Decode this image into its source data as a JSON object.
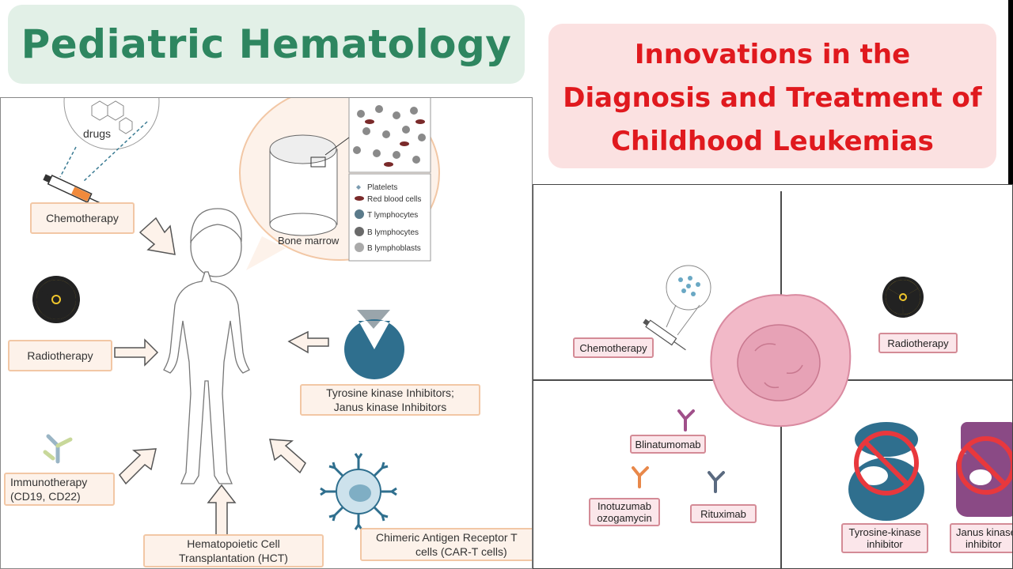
{
  "titles": {
    "left": "Pediatric Hematology",
    "right_line1": "Innovations in the",
    "right_line2": "Diagnosis and Treatment of",
    "right_line3": "Childhood Leukemias"
  },
  "left_diagram": {
    "drugs_label": "drugs",
    "bone_marrow_label": "Bone marrow",
    "legend": {
      "platelets": "Platelets",
      "red_blood_cells": "Red blood cells",
      "t_lymphocytes": "T lymphocytes",
      "b_lymphocytes": "B lymphocytes",
      "b_lymphoblasts": "B  lymphoblasts"
    },
    "labels": {
      "chemotherapy": "Chemotherapy",
      "radiotherapy": "Radiotherapy",
      "tki_line1": "Tyrosine kinase Inhibitors;",
      "tki_line2": "Janus kinase Inhibitors",
      "immuno_line1": "Immunotherapy",
      "immuno_line2": "(CD19, CD22)",
      "hct_line1": "Hematopoietic Cell",
      "hct_line2": "Transplantation (HCT)",
      "cart_line1": "Chimeric Antigen  Receptor T",
      "cart_line2": "cells (CAR-T cells)"
    }
  },
  "right_diagram": {
    "labels": {
      "chemotherapy": "Chemotherapy",
      "radiotherapy": "Radiotherapy",
      "blinatumomab": "Blinatumomab",
      "inotuzumab_line1": "Inotuzumab",
      "inotuzumab_line2": "ozogamycin",
      "rituximab": "Rituximab",
      "tki_line1": "Tyrosine-kinase",
      "tki_line2": "inhibitor",
      "jak_line1": "Janus kinase",
      "jak_line2": "inhibitor"
    }
  },
  "colors": {
    "left_title_text": "#2e8660",
    "left_title_bg": "#e2f0e7",
    "right_title_text": "#e0191e",
    "right_title_bg": "#fbe1e1",
    "left_box_border": "#f2c7a5",
    "left_box_bg": "#fdf2ea",
    "right_box_border": "#d48b96",
    "right_box_bg": "#fbe6ea",
    "tki_blue": "#2f6f8e",
    "jak_purple": "#8a4a85",
    "prohibit_red": "#e8383d",
    "cell_pink": "#f2b9c8"
  },
  "icons": [
    "syringe-icon",
    "radiation-icon",
    "antibody-icon",
    "car-t-cell-icon",
    "kinase-inhibitor-icon",
    "child-silhouette-icon",
    "bone-marrow-icon",
    "cancer-cell-icon",
    "prohibition-icon"
  ]
}
